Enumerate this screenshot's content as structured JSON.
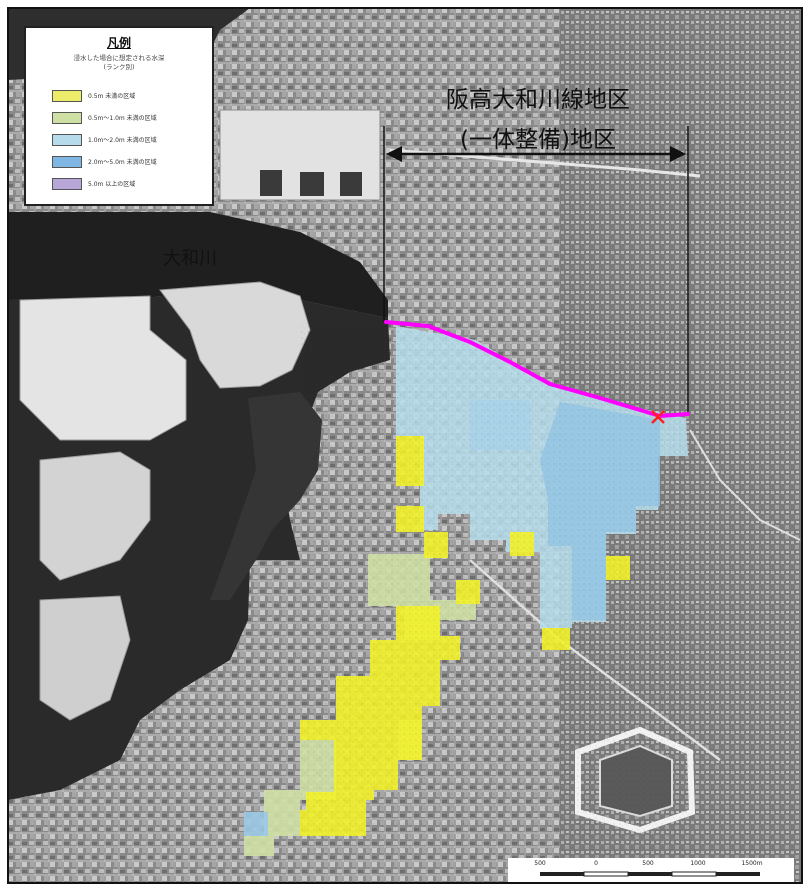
{
  "legend": {
    "title": "凡例",
    "description": "浸水した場合に想定される水深\n(ランク別)",
    "items": [
      {
        "label": "0.5m 未満の区域",
        "color": "#ecec6a"
      },
      {
        "label": "0.5m〜1.0m 未満の区域",
        "color": "#cfe0a4"
      },
      {
        "label": "1.0m〜2.0m 未満の区域",
        "color": "#b6dceb"
      },
      {
        "label": "2.0m〜5.0m 未満の区域",
        "color": "#7fb6e3"
      },
      {
        "label": "5.0m 以上の区域",
        "color": "#b8a6d8"
      }
    ]
  },
  "labels": {
    "river": "大和川",
    "district_line1": "阪高大和川線地区",
    "district_line2": "(一体整備)地区"
  },
  "scale": {
    "ticks": [
      "500",
      "0",
      "500",
      "1000",
      "1500m"
    ]
  },
  "colors": {
    "route_line": "#ff00ff",
    "marker": "#ff2020",
    "depth_shallow": "#f2f22a",
    "depth_light_green": "#cfe0a4",
    "depth_light_blue": "#b6dceb",
    "depth_blue": "#9ac9e6"
  },
  "icons": {
    "marker": "x-marker-icon",
    "extent": "double-arrow-icon"
  }
}
